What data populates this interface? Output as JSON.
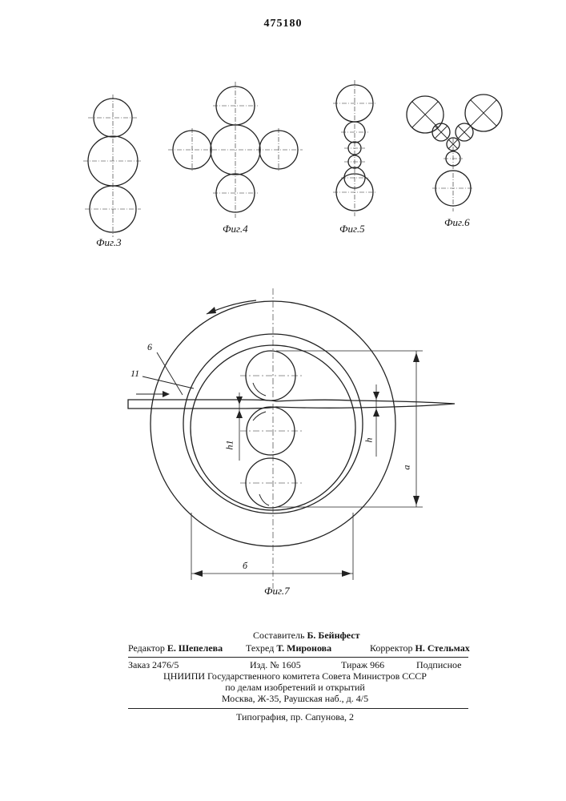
{
  "patent_number": "475180",
  "figures": {
    "fig3": "Фиг.3",
    "fig4": "Фиг.4",
    "fig5": "Фиг.5",
    "fig6": "Фиг.6",
    "fig7": "Фиг.7"
  },
  "callouts": {
    "part_6": "6",
    "part_11": "11",
    "dim_h1": "h1",
    "dim_h": "h",
    "dim_a": "a",
    "dim_b": "б"
  },
  "footer": {
    "compiler_label": "Составитель",
    "compiler_name": "Б. Бейнфест",
    "editor_label": "Редактор",
    "editor_name": "Е. Шепелева",
    "techred_label": "Техред",
    "techred_name": "Т. Миронова",
    "corrector_label": "Корректор",
    "corrector_name": "Н. Стельмах",
    "order": "Заказ 2476/5",
    "edition": "Изд. № 1605",
    "circulation": "Тираж 966",
    "subscription": "Подписное",
    "org_line1": "ЦНИИПИ Государственного комитета Совета Министров СССР",
    "org_line2": "по делам изобретений и открытий",
    "org_line3": "Москва, Ж-35, Раушская наб., д. 4/5",
    "printer": "Типография, пр. Сапунова, 2"
  }
}
